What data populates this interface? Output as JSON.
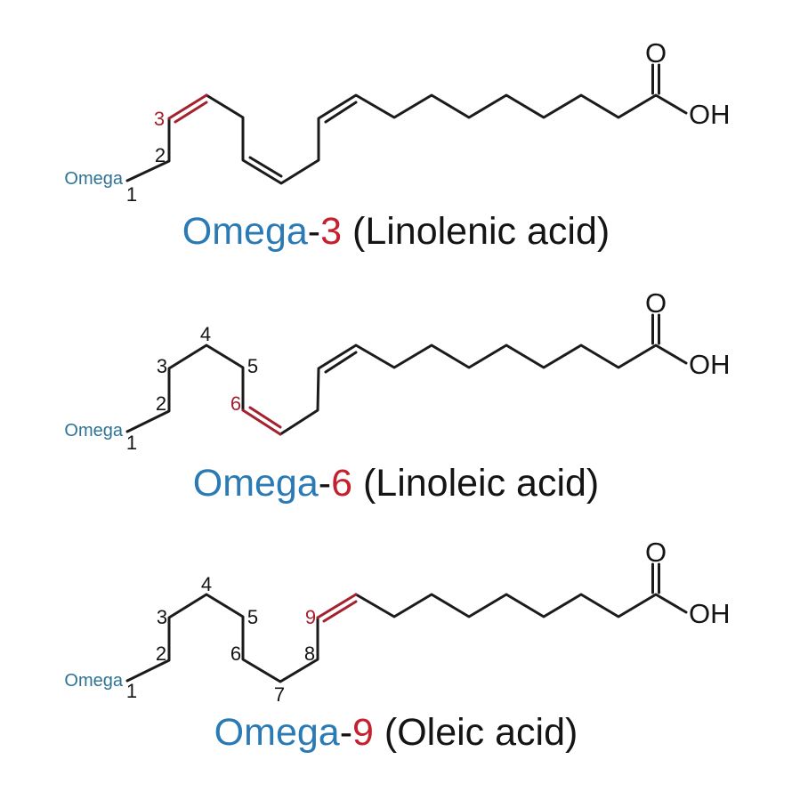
{
  "colors": {
    "background": "#ffffff",
    "bond_black": "#1b1b1b",
    "structure_red": "#a5212e",
    "title_red": "#c4202e",
    "structure_blue": "#2e7396",
    "title_blue": "#2a7ab5",
    "text_black": "#141414"
  },
  "molecules": [
    {
      "id": "omega-3",
      "omega_label": "Omega",
      "carbon_labels": [
        "1",
        "2",
        "3"
      ],
      "highlighted_carbon": "3",
      "carboxyl": {
        "oxygen": "O",
        "hydroxyl": "OH"
      },
      "title": {
        "omega": "Omega",
        "hyphen": "-",
        "number": "3",
        "name": " (Linolenic acid)"
      },
      "structure": {
        "carbon_count": 18,
        "double_bonds_from_omega_end": [
          [
            3,
            4
          ],
          [
            6,
            7
          ],
          [
            9,
            10
          ]
        ],
        "highlighted_double_bond": [
          3,
          4
        ]
      }
    },
    {
      "id": "omega-6",
      "omega_label": "Omega",
      "carbon_labels": [
        "1",
        "2",
        "3",
        "4",
        "5",
        "6"
      ],
      "highlighted_carbon": "6",
      "carboxyl": {
        "oxygen": "O",
        "hydroxyl": "OH"
      },
      "title": {
        "omega": "Omega",
        "hyphen": "-",
        "number": "6",
        "name": " (Linoleic acid)"
      },
      "structure": {
        "carbon_count": 18,
        "double_bonds_from_omega_end": [
          [
            6,
            7
          ],
          [
            9,
            10
          ]
        ],
        "highlighted_double_bond": [
          6,
          7
        ]
      }
    },
    {
      "id": "omega-9",
      "omega_label": "Omega",
      "carbon_labels": [
        "1",
        "2",
        "3",
        "4",
        "5",
        "6",
        "7",
        "8",
        "9"
      ],
      "highlighted_carbon": "9",
      "carboxyl": {
        "oxygen": "O",
        "hydroxyl": "OH"
      },
      "title": {
        "omega": "Omega",
        "hyphen": "-",
        "number": "9",
        "name": " (Oleic acid)"
      },
      "structure": {
        "carbon_count": 18,
        "double_bonds_from_omega_end": [
          [
            9,
            10
          ]
        ],
        "highlighted_double_bond": [
          9,
          10
        ]
      }
    }
  ]
}
